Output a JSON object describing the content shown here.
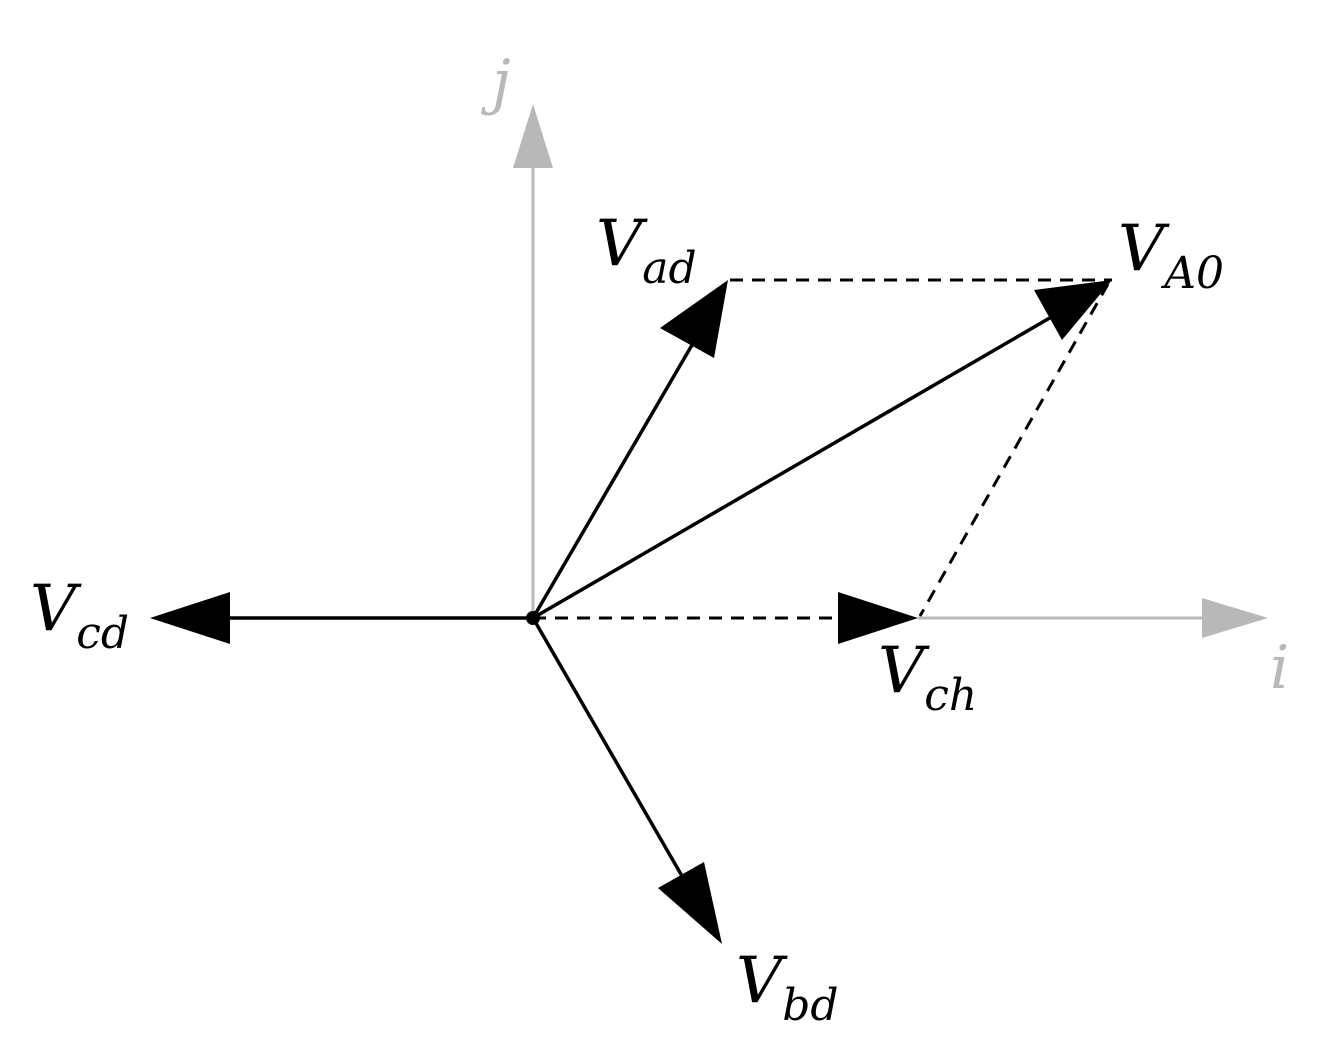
{
  "axes": {
    "horizontal_label": "i",
    "vertical_label": "j"
  },
  "vectors": {
    "ad": {
      "letter": "V",
      "subscript": "ad"
    },
    "A0": {
      "letter": "V",
      "subscript": "A0"
    },
    "ch": {
      "letter": "V",
      "subscript": "ch"
    },
    "cd": {
      "letter": "V",
      "subscript": "cd"
    },
    "bd": {
      "letter": "V",
      "subscript": "bd"
    }
  },
  "colors": {
    "axis": "#b8b8b8",
    "vector": "#000000",
    "background": "#ffffff"
  }
}
